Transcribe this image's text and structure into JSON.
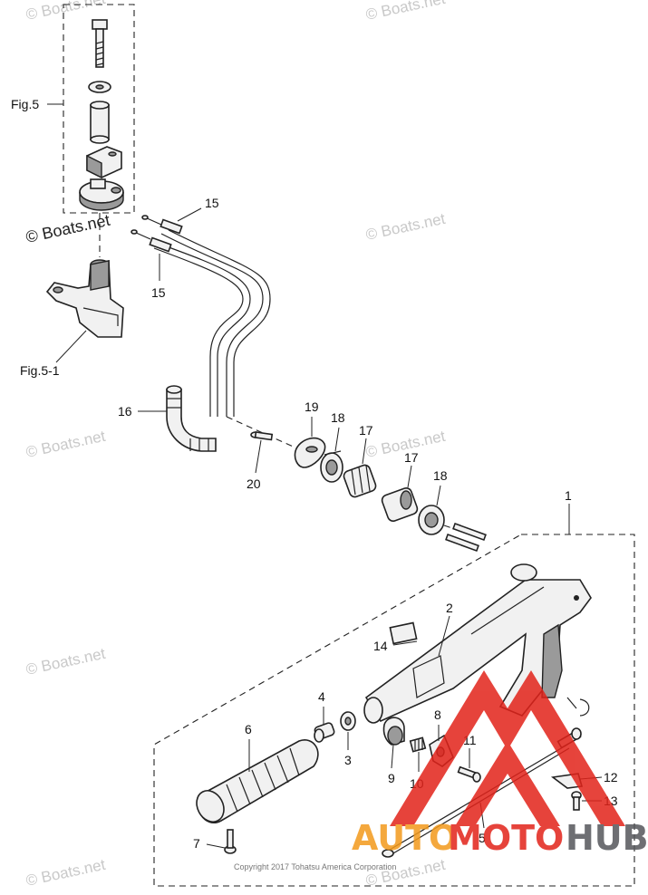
{
  "figure_labels": {
    "fig5": "Fig.5",
    "fig5_1": "Fig.5-1"
  },
  "callouts": {
    "c1": "1",
    "c2": "2",
    "c3": "3",
    "c4": "4",
    "c5": "5",
    "c6": "6",
    "c7": "7",
    "c8": "8",
    "c9": "9",
    "c10": "10",
    "c11": "11",
    "c12": "12",
    "c13": "13",
    "c14": "14",
    "c15a": "15",
    "c15b": "15",
    "c16": "16",
    "c17a": "17",
    "c17b": "17",
    "c18a": "18",
    "c18b": "18",
    "c19": "19",
    "c20": "20"
  },
  "watermarks": {
    "brand_strong": "© Boats.net",
    "brand": "© Boats.net"
  },
  "copyright": "Copyright 2017 Tohatsu America Corporation",
  "logo": {
    "auto": "AUTO",
    "moto": "MOTO",
    "hub": "HUB"
  },
  "colors": {
    "logo_red": "#e2231a",
    "logo_orange": "#f39a1c",
    "logo_dark": "#55575b"
  }
}
